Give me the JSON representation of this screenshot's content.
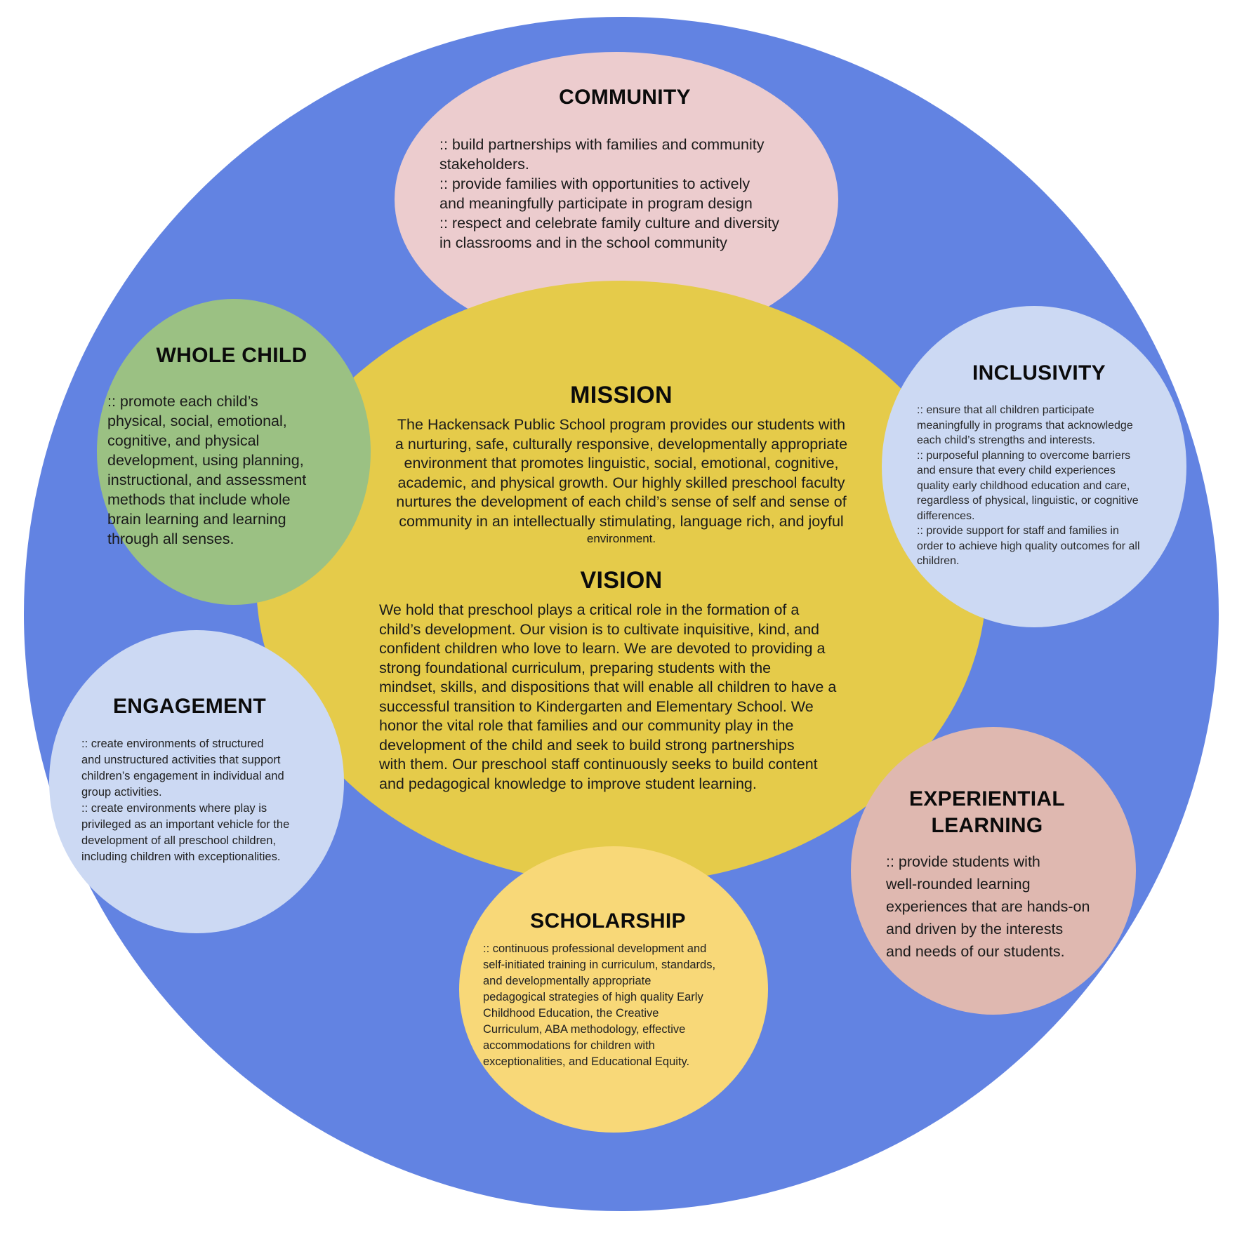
{
  "center": {
    "mission_title": "MISSION",
    "mission_lines": [
      "The Hackensack Public School program provides our students  with",
      "a nurturing, safe, culturally responsive, developmentally appropriate",
      "environment that promotes linguistic, social, emotional, cognitive,",
      "academic, and physical growth. Our highly skilled preschool faculty",
      "nurtures the development of each child’s sense of self and sense of",
      "community in an intellectually stimulating, language rich, and joyful"
    ],
    "mission_last": "environment.",
    "vision_title": "VISION",
    "vision_lines": [
      "We hold that preschool plays a critical role in the formation of a",
      "child’s development. Our vision is to cultivate inquisitive, kind, and",
      "confident children who love to learn. We are devoted to providing a",
      "strong foundational curriculum, preparing students with the",
      "mindset, skills, and dispositions that will enable all children to have  a",
      "successful transition to Kindergarten and Elementary School. We",
      "honor the vital role that families and our community play in the",
      "development of the child and seek to build strong  partnerships",
      "with them. Our preschool staff continuously seeks to build content",
      "and pedagogical knowledge to improve student learning."
    ]
  },
  "community": {
    "title": "COMMUNITY",
    "lines": [
      ":: build partnerships with families and community",
      "stakeholders.",
      ":: provide families with opportunities to actively",
      "and meaningfully participate in program design",
      ":: respect and celebrate family culture and diversity",
      "in classrooms and in the school community"
    ]
  },
  "whole_child": {
    "title": "WHOLE CHILD",
    "lines": [
      ":: promote each child’s",
      "physical, social, emotional,",
      "cognitive, and physical",
      "development, using planning,",
      "instructional, and assessment",
      "methods that include whole",
      "brain learning and learning",
      "through all senses."
    ]
  },
  "inclusivity": {
    "title": "INCLUSIVITY",
    "lines": [
      ":: ensure that all children participate",
      "meaningfully in programs that acknowledge",
      "each child’s strengths and interests.",
      ":: purposeful planning to overcome barriers",
      "and ensure that every child experiences",
      "quality early childhood education and care,",
      "regardless of physical, linguistic, or cognitive",
      "differences.",
      ":: provide support for staff and families in",
      "order to achieve high quality outcomes for all",
      "children."
    ]
  },
  "engagement": {
    "title": "ENGAGEMENT",
    "lines": [
      ":: create environments of structured",
      "and unstructured activities that support",
      "children’s engagement in individual and",
      "group activities.",
      ":: create  environments where play is",
      "privileged as an important vehicle for the",
      "development of all preschool children,",
      "including children with exceptionalities."
    ]
  },
  "experiential": {
    "title_line1": "EXPERIENTIAL",
    "title_line2": "LEARNING",
    "lines": [
      ":: provide students with",
      "well-rounded learning",
      "experiences that are hands-on",
      "and driven by the interests",
      "and needs of our students."
    ]
  },
  "scholarship": {
    "title": "SCHOLARSHIP",
    "lines": [
      ":: continuous professional development and",
      "self-initiated training in curriculum, standards,",
      "and developmentally appropriate",
      "pedagogical strategies of high quality Early",
      "Childhood Education, the Creative",
      "Curriculum, ABA methodology, effective",
      "accommodations for children with",
      "exceptionalities, and Educational Equity."
    ]
  }
}
